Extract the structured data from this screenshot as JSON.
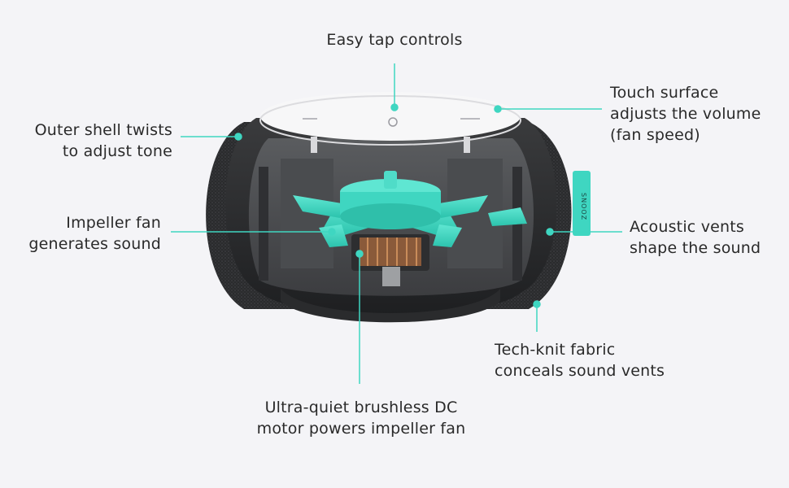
{
  "accent_color": "#3fd6c1",
  "labels": {
    "easy_tap": [
      "Easy tap controls"
    ],
    "touch_surface": [
      "Touch surface",
      "adjusts the volume",
      "(fan speed)"
    ],
    "outer_shell": [
      "Outer shell twists",
      "to adjust tone"
    ],
    "impeller": [
      "Impeller fan",
      "generates sound"
    ],
    "acoustic_vents": [
      "Acoustic vents",
      "shape the sound"
    ],
    "tech_knit": [
      "Tech-knit fabric",
      "conceals sound vents"
    ],
    "motor": [
      "Ultra-quiet brushless DC",
      "motor powers impeller fan"
    ]
  },
  "product": {
    "side_tag_text": "SNOOZ"
  }
}
